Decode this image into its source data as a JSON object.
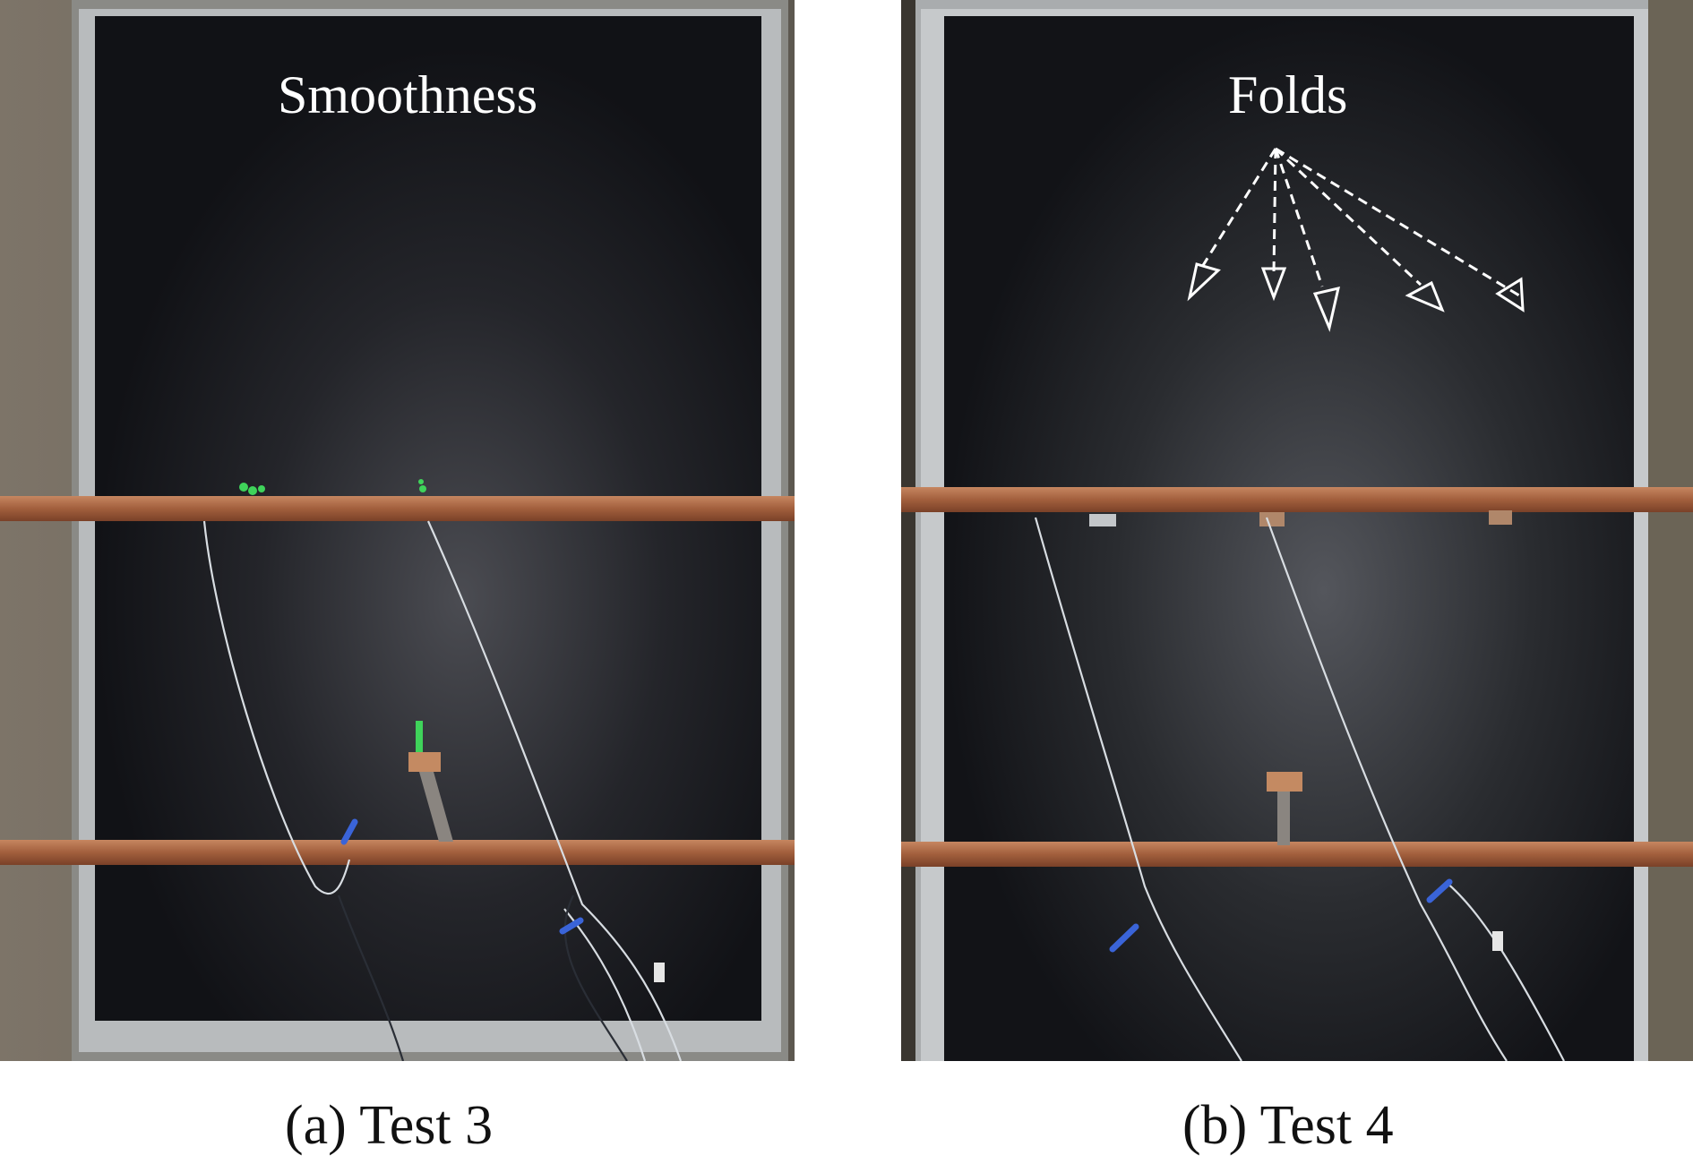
{
  "panels": [
    {
      "label": "Smoothness",
      "caption": "(a) Test 3"
    },
    {
      "label": "Folds",
      "caption": "(b) Test 4"
    }
  ]
}
